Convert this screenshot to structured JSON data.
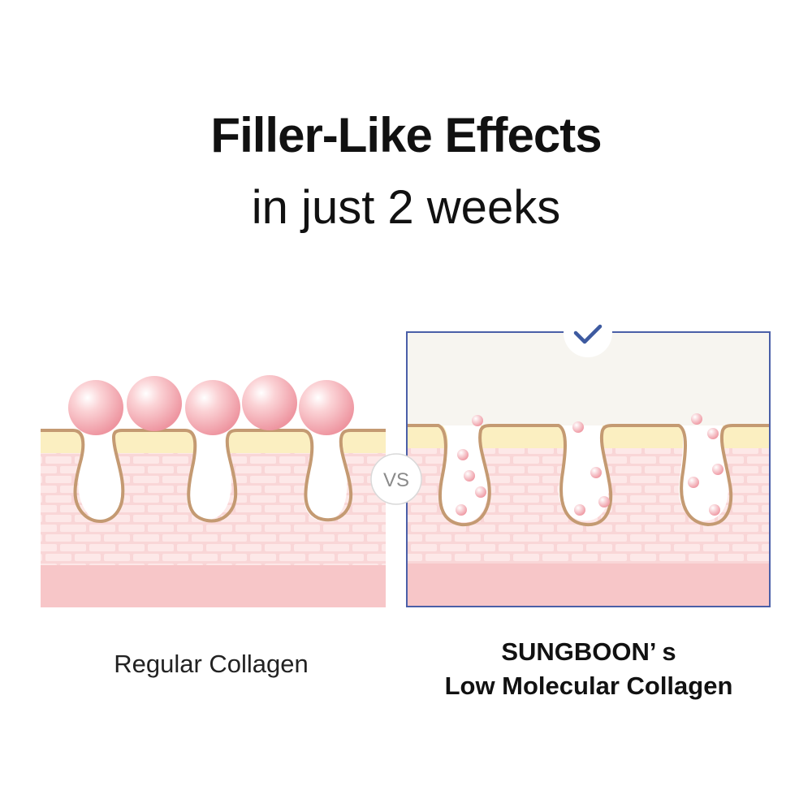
{
  "title": "Filler-Like Effects",
  "subtitle": "in just 2 weeks",
  "vs_label": "VS",
  "left_caption": "Regular Collagen",
  "right_caption_line1": "SUNGBOON’ s",
  "right_caption_line2": "Low Molecular Collagen",
  "colors": {
    "skin_pink": "#f9d6d7",
    "skin_deep": "#f7c6c8",
    "brick_light": "#fde8e8",
    "top_layer_yellow": "#fbefc1",
    "outline_brown": "#c49a72",
    "frame_blue": "#4a5fa8",
    "check_blue": "#3d5aa0",
    "sphere_pink": "#f4a9b0",
    "background_frame": "#f7f5f0"
  },
  "icons": [
    "checkmark-icon"
  ]
}
